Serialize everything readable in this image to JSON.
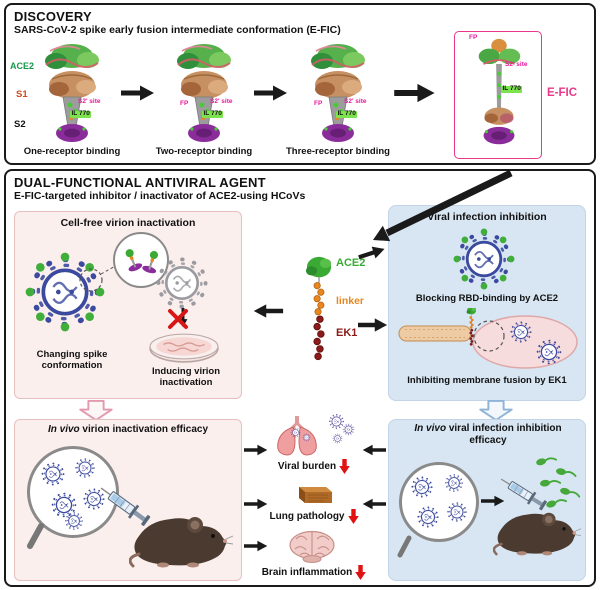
{
  "colors": {
    "efic_pink": "#e8388a",
    "site_magenta": "#e8169a",
    "il_green": "#7ce24e",
    "ace2_green": "#3aaa35",
    "linker_orange": "#e8871f",
    "ek1_dark_red": "#8b1a1a",
    "virus_blue": "#3b4a9e",
    "red_arrow": "#e01212",
    "pink_box_bg": "#fbefee",
    "blue_box_bg": "#d8e6f3"
  },
  "discovery": {
    "title": "DISCOVERY",
    "subtitle": "SARS-CoV-2 spike early fusion intermediate conformation (E-FIC)",
    "side_labels": {
      "ace2": "ACE2",
      "s1": "S1",
      "s2": "S2"
    },
    "structures": [
      {
        "caption": "One-receptor binding",
        "site": "S2' site",
        "il": "IL 770"
      },
      {
        "caption": "Two-receptor binding",
        "site": "S2' site",
        "il": "IL 770",
        "fp": "FP"
      },
      {
        "caption": "Three-receptor binding",
        "site": "S2' site",
        "il": "IL 770",
        "fp": "FP"
      }
    ],
    "efic": {
      "label": "E-FIC",
      "fp": "FP",
      "site": "S2' site",
      "il": "IL 770"
    }
  },
  "agent": {
    "title": "DUAL-FUNCTIONAL ANTIVIRAL AGENT",
    "subtitle": "E-FIC-targeted inhibitor / inactivator of ACE2-using HCoVs",
    "inactivation": {
      "title": "Cell-free virion inactivation",
      "changing": "Changing spike conformation",
      "inducing": "Inducing virion inactivation"
    },
    "molecule": {
      "ace2": "ACE2",
      "linker": "linker",
      "ek1": "EK1"
    },
    "inhibition": {
      "title": "Viral infection inhibition",
      "rbd": "Blocking RBD-binding by ACE2",
      "fusion": "Inhibiting membrane fusion by EK1"
    },
    "invivo_left": {
      "italic": "In vivo",
      "rest": " virion inactivation efficacy"
    },
    "invivo_right": {
      "italic": "In vivo",
      "rest": " viral infection inhibition efficacy"
    },
    "outcomes": {
      "viral_burden": "Viral burden",
      "lung_pathology": "Lung pathology",
      "brain_inflammation": "Brain inflammation"
    }
  }
}
